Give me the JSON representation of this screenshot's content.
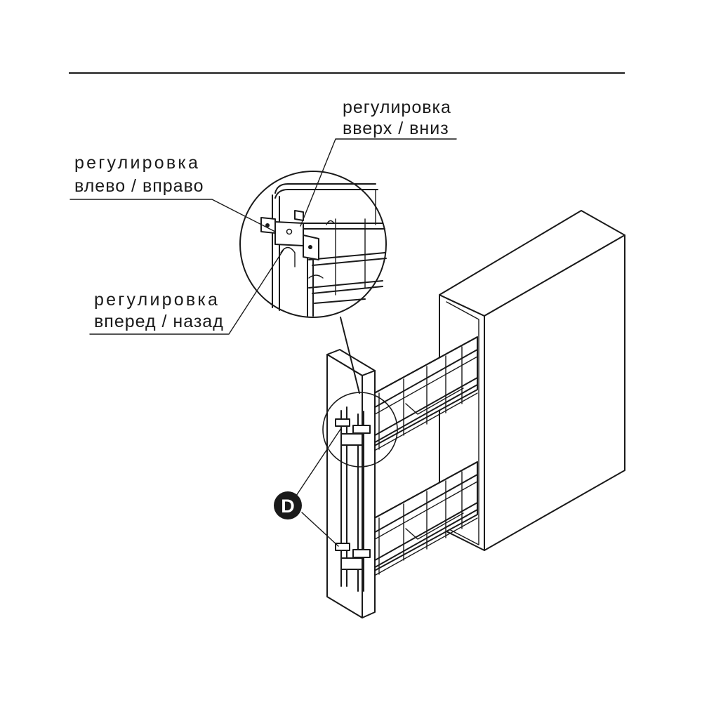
{
  "labels": {
    "up_down": {
      "line1": "регулировка",
      "line2": "вверх / вниз"
    },
    "left_right": {
      "line1": "регулировка",
      "line2": "влево / вправо"
    },
    "forward_back": {
      "line1": "регулировка",
      "line2": "вперед / назад"
    }
  },
  "callout": {
    "letter": "D"
  },
  "colors": {
    "ink": "#1a1a1a",
    "paper": "#ffffff"
  }
}
